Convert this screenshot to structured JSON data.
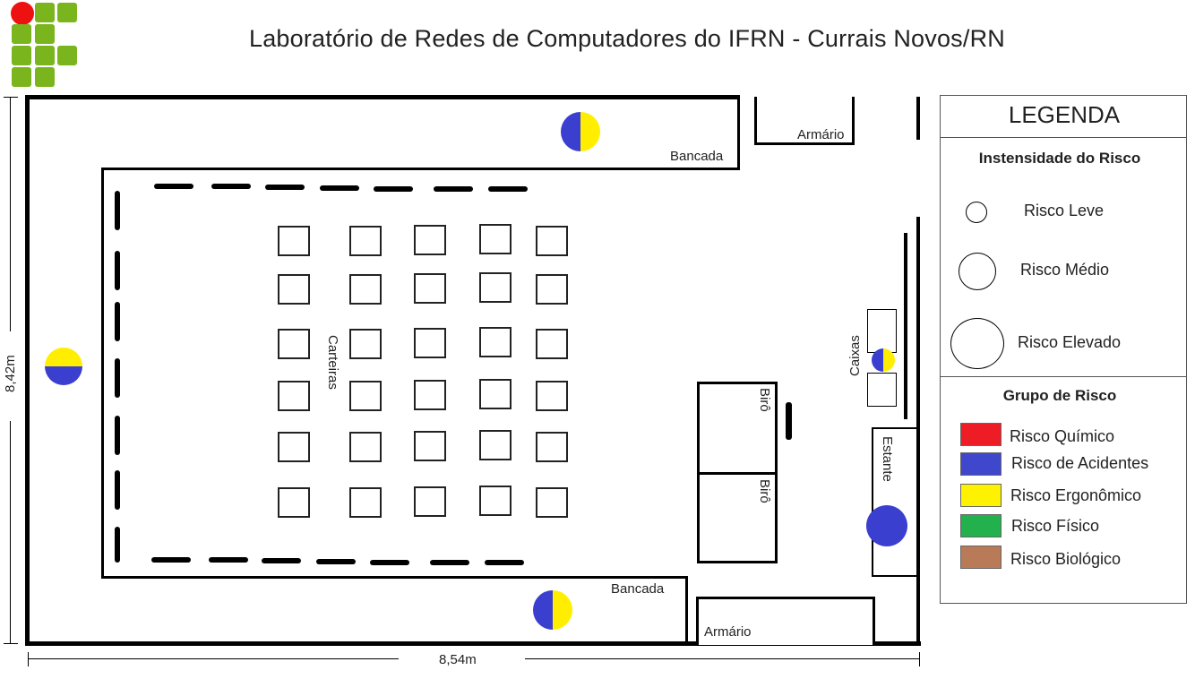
{
  "title": "Laboratório de Redes de Computadores do IFRN - Currais Novos/RN",
  "logo": {
    "dot_color": "#ee1111",
    "cell_color": "#7ab51d"
  },
  "dimensions": {
    "height": "8,42m",
    "width": "8,54m"
  },
  "room_labels": {
    "bancada_top": "Bancada",
    "bancada_bottom": "Bancada",
    "armario_top": "Armário",
    "armario_bottom": "Armário",
    "carteiras": "Carteiras",
    "caixas": "Caixas",
    "biro_1": "Birô",
    "biro_2": "Birô",
    "estante": "Estante"
  },
  "risk_markers": [
    {
      "location": "top bancada",
      "colors": [
        "#3a3fcf",
        "#ffee00"
      ]
    },
    {
      "location": "left wall",
      "colors": [
        "#ffee00",
        "#3a3fcf"
      ]
    },
    {
      "location": "bottom bancada",
      "colors": [
        "#3a3fcf",
        "#ffee00"
      ]
    },
    {
      "location": "caixas",
      "colors": [
        "#3a3fcf",
        "#ffee00"
      ]
    },
    {
      "location": "estante",
      "colors": [
        "#3a3fcf"
      ]
    }
  ],
  "legend": {
    "title": "LEGENDA",
    "intensity_title": "Instensidade do Risco",
    "intensity": [
      {
        "label": "Risco Leve"
      },
      {
        "label": "Risco Médio"
      },
      {
        "label": "Risco Elevado"
      }
    ],
    "group_title": "Grupo de Risco",
    "groups": [
      {
        "label": "Risco Químico",
        "color": "#ee1c24"
      },
      {
        "label": "Risco de Acidentes",
        "color": "#3f48cc"
      },
      {
        "label": "Risco Ergonômico",
        "color": "#fff200"
      },
      {
        "label": "Risco Físico",
        "color": "#22b14c"
      },
      {
        "label": "Risco Biológico",
        "color": "#b97a57"
      }
    ]
  }
}
